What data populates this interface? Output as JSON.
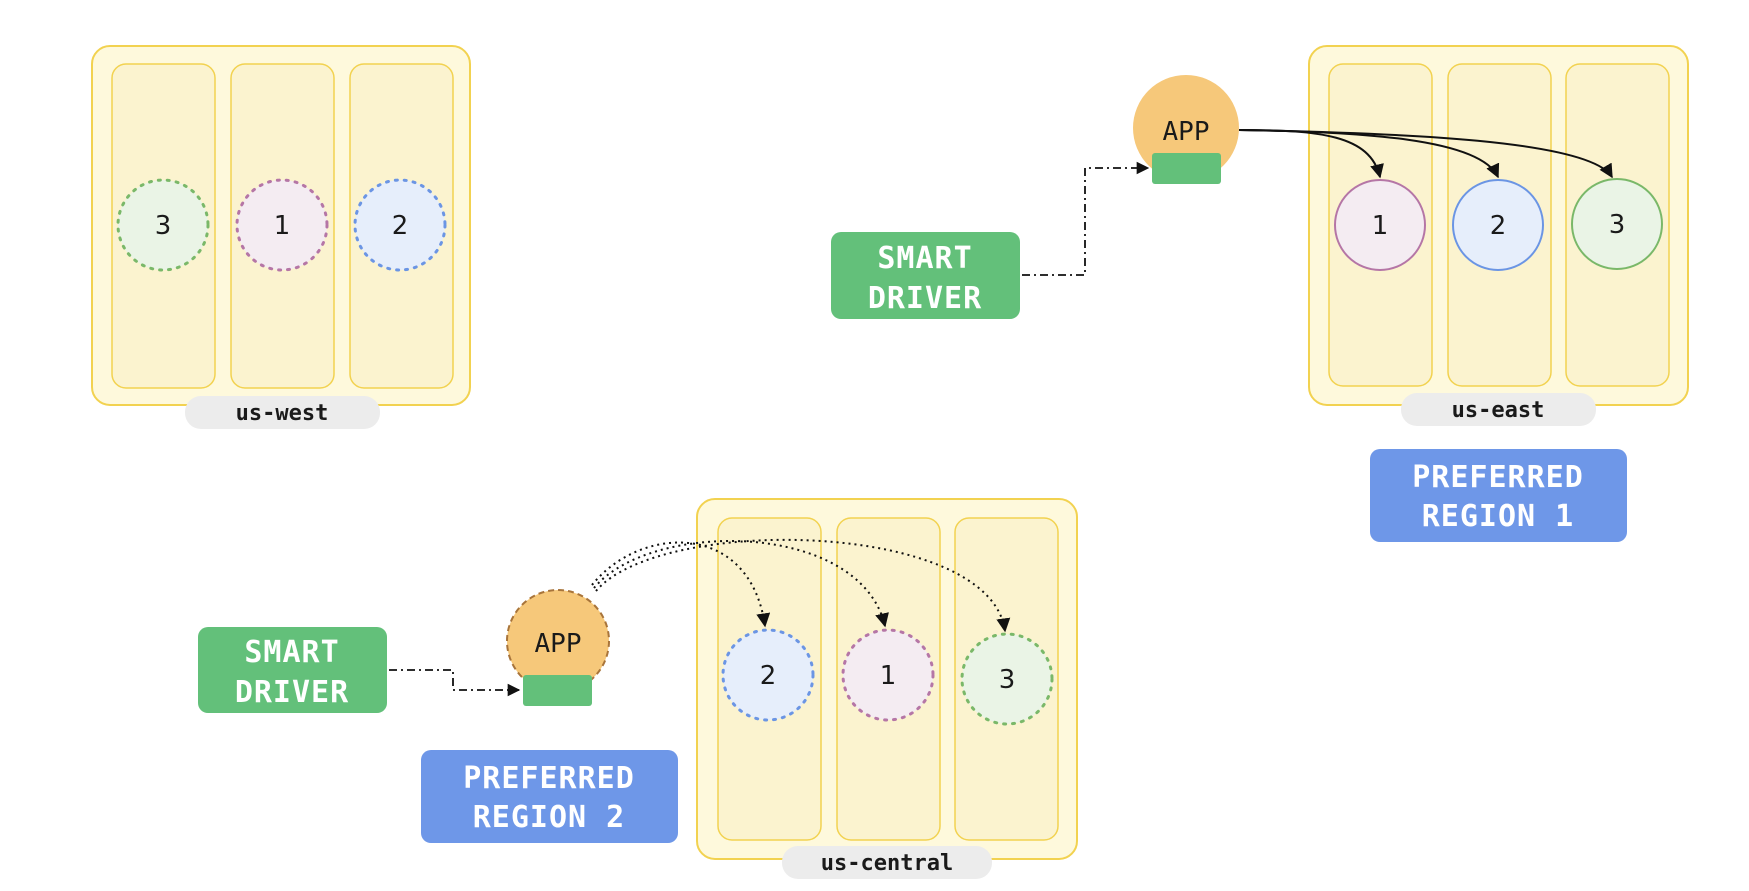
{
  "regions": {
    "us_west": {
      "label": "us-west",
      "nodes": [
        "3",
        "1",
        "2"
      ]
    },
    "us_east": {
      "label": "us-east",
      "nodes": [
        "1",
        "2",
        "3"
      ]
    },
    "us_central": {
      "label": "us-central",
      "nodes": [
        "2",
        "1",
        "3"
      ]
    }
  },
  "apps": {
    "east": {
      "label": "APP"
    },
    "central": {
      "label": "APP"
    }
  },
  "drivers": {
    "east": {
      "line1": "SMART",
      "line2": "DRIVER"
    },
    "central": {
      "line1": "SMART",
      "line2": "DRIVER"
    }
  },
  "preferred": {
    "region1": {
      "line1": "PREFERRED",
      "line2": "REGION 1"
    },
    "region2": {
      "line1": "PREFERRED",
      "line2": "REGION 2"
    }
  },
  "colors": {
    "region_fill": "#fef9dc",
    "region_border": "#f2d250",
    "lane_fill": "#fbf3cf",
    "app_fill": "#f6c87a",
    "driver_green": "#63c07a",
    "preferred_blue": "#6e97e8",
    "node_pink_fill": "#f4ecf2",
    "node_pink_stroke": "#b576a6",
    "node_blue_fill": "#e6eefb",
    "node_blue_stroke": "#6b95e4",
    "node_green_fill": "#eaf4e6",
    "node_green_stroke": "#7ab869",
    "label_bg": "#ececec"
  }
}
